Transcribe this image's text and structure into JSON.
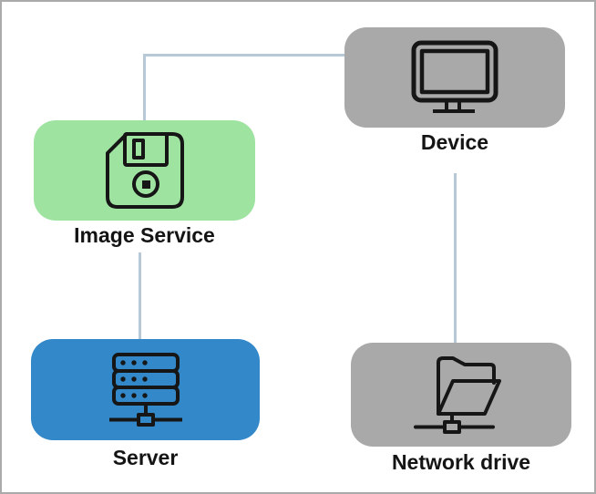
{
  "diagram": {
    "nodes": [
      {
        "id": "image-service",
        "label": "Image Service",
        "color": "#9FE3A1",
        "icon": "floppy-disk-icon"
      },
      {
        "id": "device",
        "label": "Device",
        "color": "#A9A9A9",
        "icon": "monitor-icon"
      },
      {
        "id": "server",
        "label": "Server",
        "color": "#3288C8",
        "icon": "server-rack-icon"
      },
      {
        "id": "network-drive",
        "label": "Network drive",
        "color": "#A9A9A9",
        "icon": "network-folder-icon"
      }
    ],
    "connections": [
      {
        "from": "image-service",
        "to": "device"
      },
      {
        "from": "image-service",
        "to": "server"
      },
      {
        "from": "device",
        "to": "network-drive"
      }
    ],
    "connector_color": "#B7C9D7",
    "icon_stroke_color": "#161616",
    "canvas_border_color": "#AAAAAA",
    "background_color": "#FFFFFF"
  }
}
